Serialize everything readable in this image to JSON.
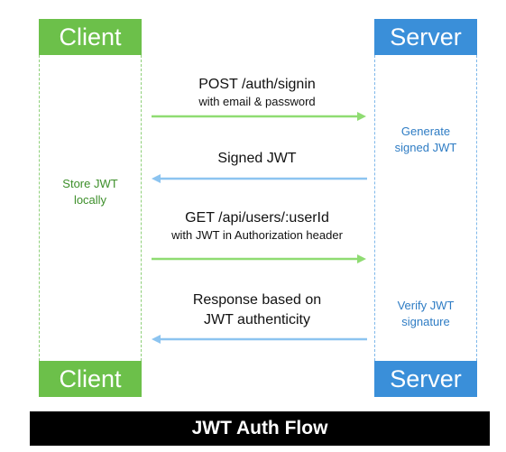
{
  "client": {
    "label": "Client",
    "note": [
      "Store JWT",
      "locally"
    ]
  },
  "server": {
    "label": "Server",
    "note1": [
      "Generate",
      "signed JWT"
    ],
    "note2": [
      "Verify JWT",
      "signature"
    ]
  },
  "messages": [
    {
      "line1": "POST /auth/signin",
      "line2": "with email & password"
    },
    {
      "line1": "Signed JWT"
    },
    {
      "line1": "GET /api/users/:userId",
      "line2": "with JWT in Authorization header"
    },
    {
      "line1": "Response based on",
      "line2": "JWT authenticity"
    }
  ],
  "colors": {
    "client": "#6cc04a",
    "server": "#3a8fd9",
    "arrow_green": "#8fdc72",
    "arrow_blue": "#8cc4f0"
  },
  "title": "JWT Auth Flow"
}
